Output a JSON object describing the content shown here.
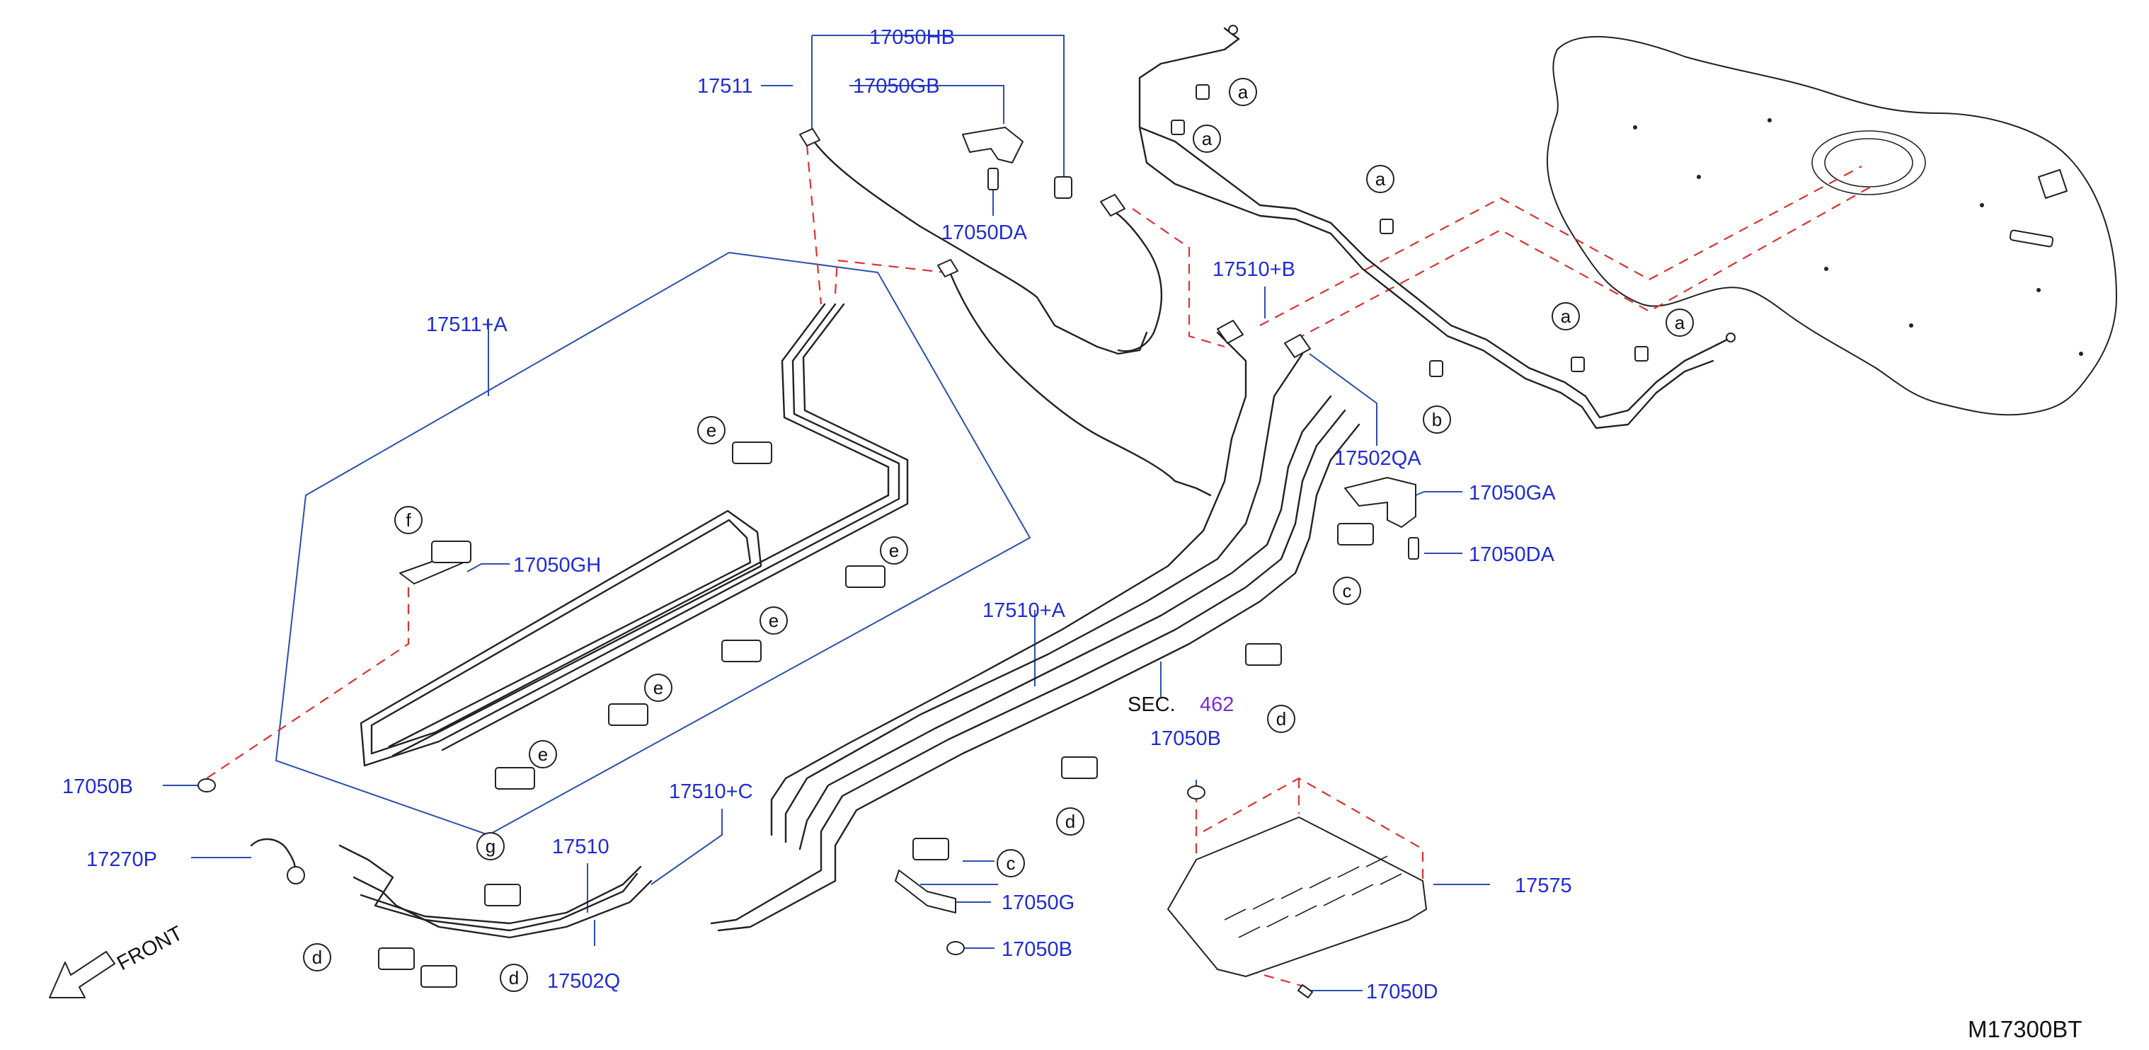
{
  "parts": {
    "p17050HB": "17050HB",
    "p17511": "17511",
    "p17050GB": "17050GB",
    "p17050DA_top": "17050DA",
    "p17511A": "17511+A",
    "p17510B": "17510+B",
    "p17502QA": "17502QA",
    "p17050GA": "17050GA",
    "p17050DA_right": "17050DA",
    "p17050GH": "17050GH",
    "p17510A": "17510+A",
    "sec": "SEC.",
    "sec_num": "462",
    "p17050B_mid": "17050B",
    "p17050B_left": "17050B",
    "p17270P": "17270P",
    "p17510C": "17510+C",
    "p17510": "17510",
    "p17502Q": "17502Q",
    "p17050G": "17050G",
    "p17050B_bottom": "17050B",
    "p17575": "17575",
    "p17050D": "17050D"
  },
  "callouts": {
    "a": "a",
    "b": "b",
    "c": "c",
    "d": "d",
    "e": "e",
    "f": "f",
    "g": "g"
  },
  "direction": "FRONT",
  "diagram_code": "M17300BT",
  "colors": {
    "part_label": "#1f2bd6",
    "leader_line": "#2a4fb0",
    "dashed_line": "#e03030",
    "section_number": "#7a2bd6"
  }
}
